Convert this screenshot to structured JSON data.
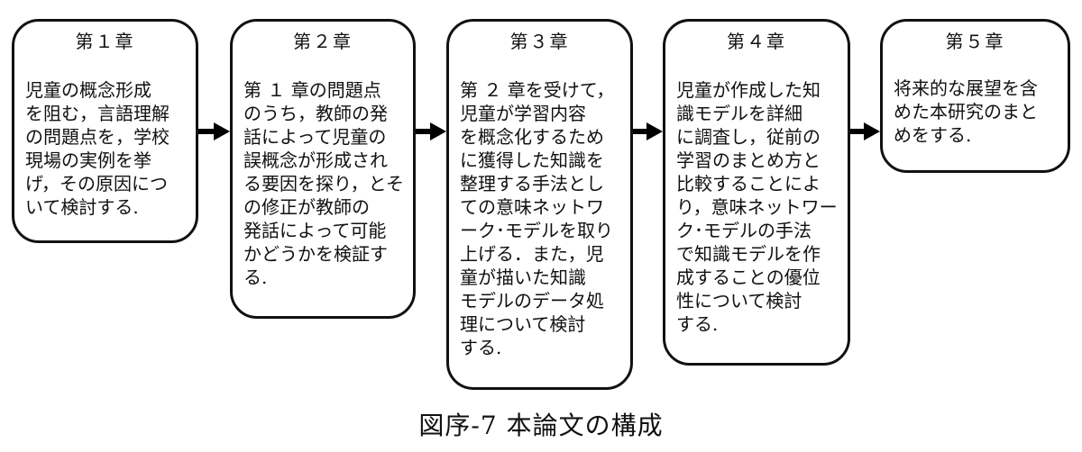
{
  "chapters": [
    {
      "title": "第１章",
      "lines": [
        "児童の概念形成",
        "を阻む，言語理解",
        "の問題点を，学校",
        "現場の実例を挙",
        "げ，その原因につ",
        "いて検討する."
      ]
    },
    {
      "title": "第２章",
      "lines": [
        "第 １ 章の問題点",
        "のうち，教師の発",
        "話によって児童の",
        "誤概念が形成され",
        "る要因を探り，とそ",
        "の修正が教師の",
        "発話によって可能",
        "かどうかを検証す",
        "る."
      ]
    },
    {
      "title": "第３章",
      "lines": [
        "第 ２ 章を受けて，",
        "児童が学習内容",
        "を概念化するため",
        "に獲得した知識を",
        "整理する手法とし",
        "ての意味ネットワ",
        "ーク･モデルを取り",
        "上げる．また，児",
        "童が描いた知識",
        "モデルのデータ処",
        "理について検討",
        "する."
      ]
    },
    {
      "title": "第４章",
      "lines": [
        "児童が作成した知",
        "識モデルを詳細",
        "に調査し，従前の",
        "学習のまとめ方と",
        "比較することによ",
        "り，意味ネットワー",
        "ク･モデルの手法",
        "で知識モデルを作",
        "成することの優位",
        "性について検討",
        "する."
      ]
    },
    {
      "title": "第５章",
      "lines": [
        "将来的な展望を含",
        "めた本研究のまと",
        "めをする."
      ]
    }
  ],
  "caption": "図序-7 本論文の構成"
}
